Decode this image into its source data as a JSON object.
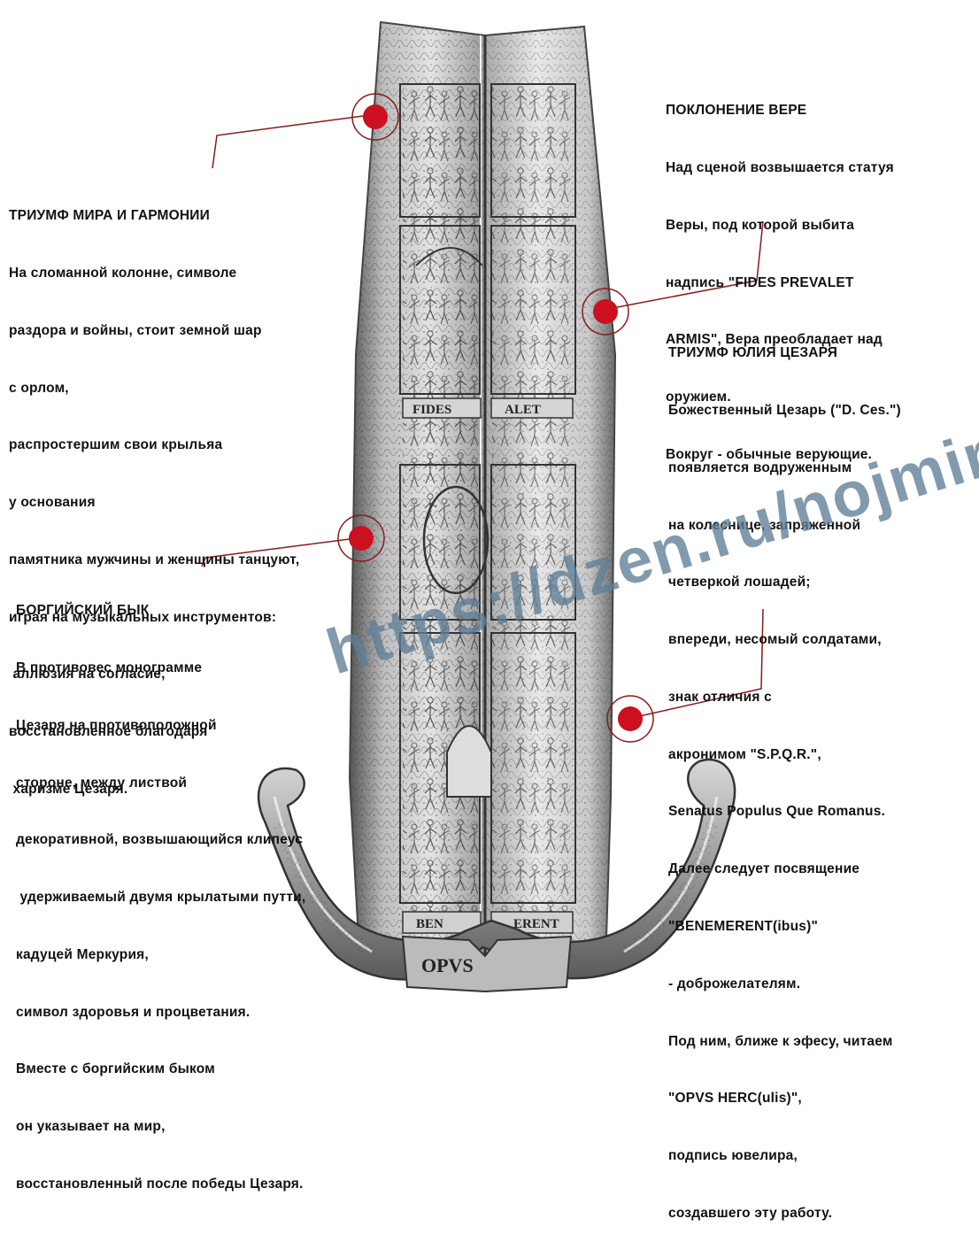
{
  "annotations": {
    "peace": {
      "title": "ТРИУМФ МИРА И ГАРМОНИИ",
      "lines": [
        "На сломанной колонне, символе",
        "раздора и войны, стоит земной шар",
        "с орлом,",
        "распростершим свои крыльяа",
        "у основания",
        "памятника мужчины и женщины танцуют,",
        "играя на музыкальных инструментов:",
        " аллюзия на согласие,",
        "восстановленное благодаря",
        " харизме Цезаря."
      ]
    },
    "faith": {
      "title": "ПОКЛОНЕНИЕ ВЕРЕ",
      "lines": [
        "Над сценой возвышается статуя",
        "Веры, под которой выбита",
        "надпись \"FIDES PREVALET",
        "ARMIS\", Вера преобладает над",
        "оружием.",
        "Вокруг - обычные верующие."
      ]
    },
    "caesar": {
      "title": "ТРИУМФ ЮЛИЯ ЦЕЗАРЯ",
      "lines": [
        "Божественный Цезарь (\"D. Ces.\")",
        "появляется водруженным",
        "на колеснице, запряженной",
        "четверкой лошадей;",
        "впереди, несомый солдатами,",
        "знак отличия с",
        "акронимом \"S.P.Q.R.\",",
        "Senatus Populus Que Romanus.",
        "Далее следует посвящение",
        "\"BENEMERENT(ibus)\"",
        "- доброжелателям.",
        "Под ним, ближе к эфесу, читаем",
        "\"OPVS HERC(ulis)\",",
        "подпись ювелира,",
        "создавшего эту работу."
      ]
    },
    "bull": {
      "title": "БОРГИЙСКИЙ БЫК",
      "lines": [
        "В противовес монограмме",
        "Цезаря на противоположной",
        "стороне, между листвой",
        "декоративной, возвышающийся клипеус",
        " удерживаемый двумя крылатыми путти,",
        "кадуцей Меркурия,",
        "символ здоровья и процветания.",
        "Вместе с боргийским быком",
        "он указывает на мир,",
        "восстановленный после победы Цезаря."
      ]
    }
  },
  "blade_inscriptions": {
    "left_band": "FIDES",
    "right_band": "ALET",
    "bottom_left": "BEN",
    "bottom_right": "ERENT",
    "ricasso": "OPVS"
  },
  "watermark": "https://dzen.ru/nojmir",
  "colors": {
    "marker": "#cc1020",
    "leader_line": "#8a1a1a",
    "text": "#111111",
    "watermark": "#5f7d96"
  }
}
